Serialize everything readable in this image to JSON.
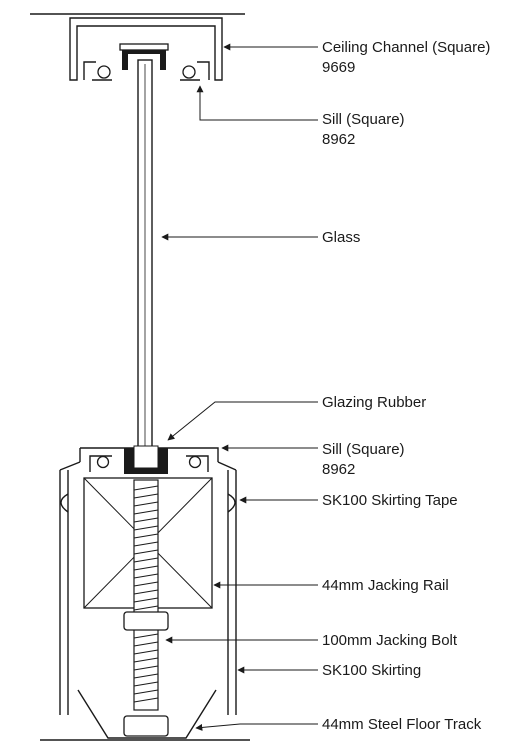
{
  "labels": {
    "ceiling_channel": "Ceiling Channel (Square)",
    "ceiling_channel_code": "9669",
    "sill_top": "Sill (Square)",
    "sill_top_code": "8962",
    "glass": "Glass",
    "glazing_rubber": "Glazing Rubber",
    "sill_bottom": "Sill (Square)",
    "sill_bottom_code": "8962",
    "skirting_tape": "SK100 Skirting Tape",
    "jacking_rail": "44mm Jacking Rail",
    "jacking_bolt": "100mm Jacking Bolt",
    "skirting": "SK100 Skirting",
    "floor_track": "44mm Steel Floor Track"
  }
}
